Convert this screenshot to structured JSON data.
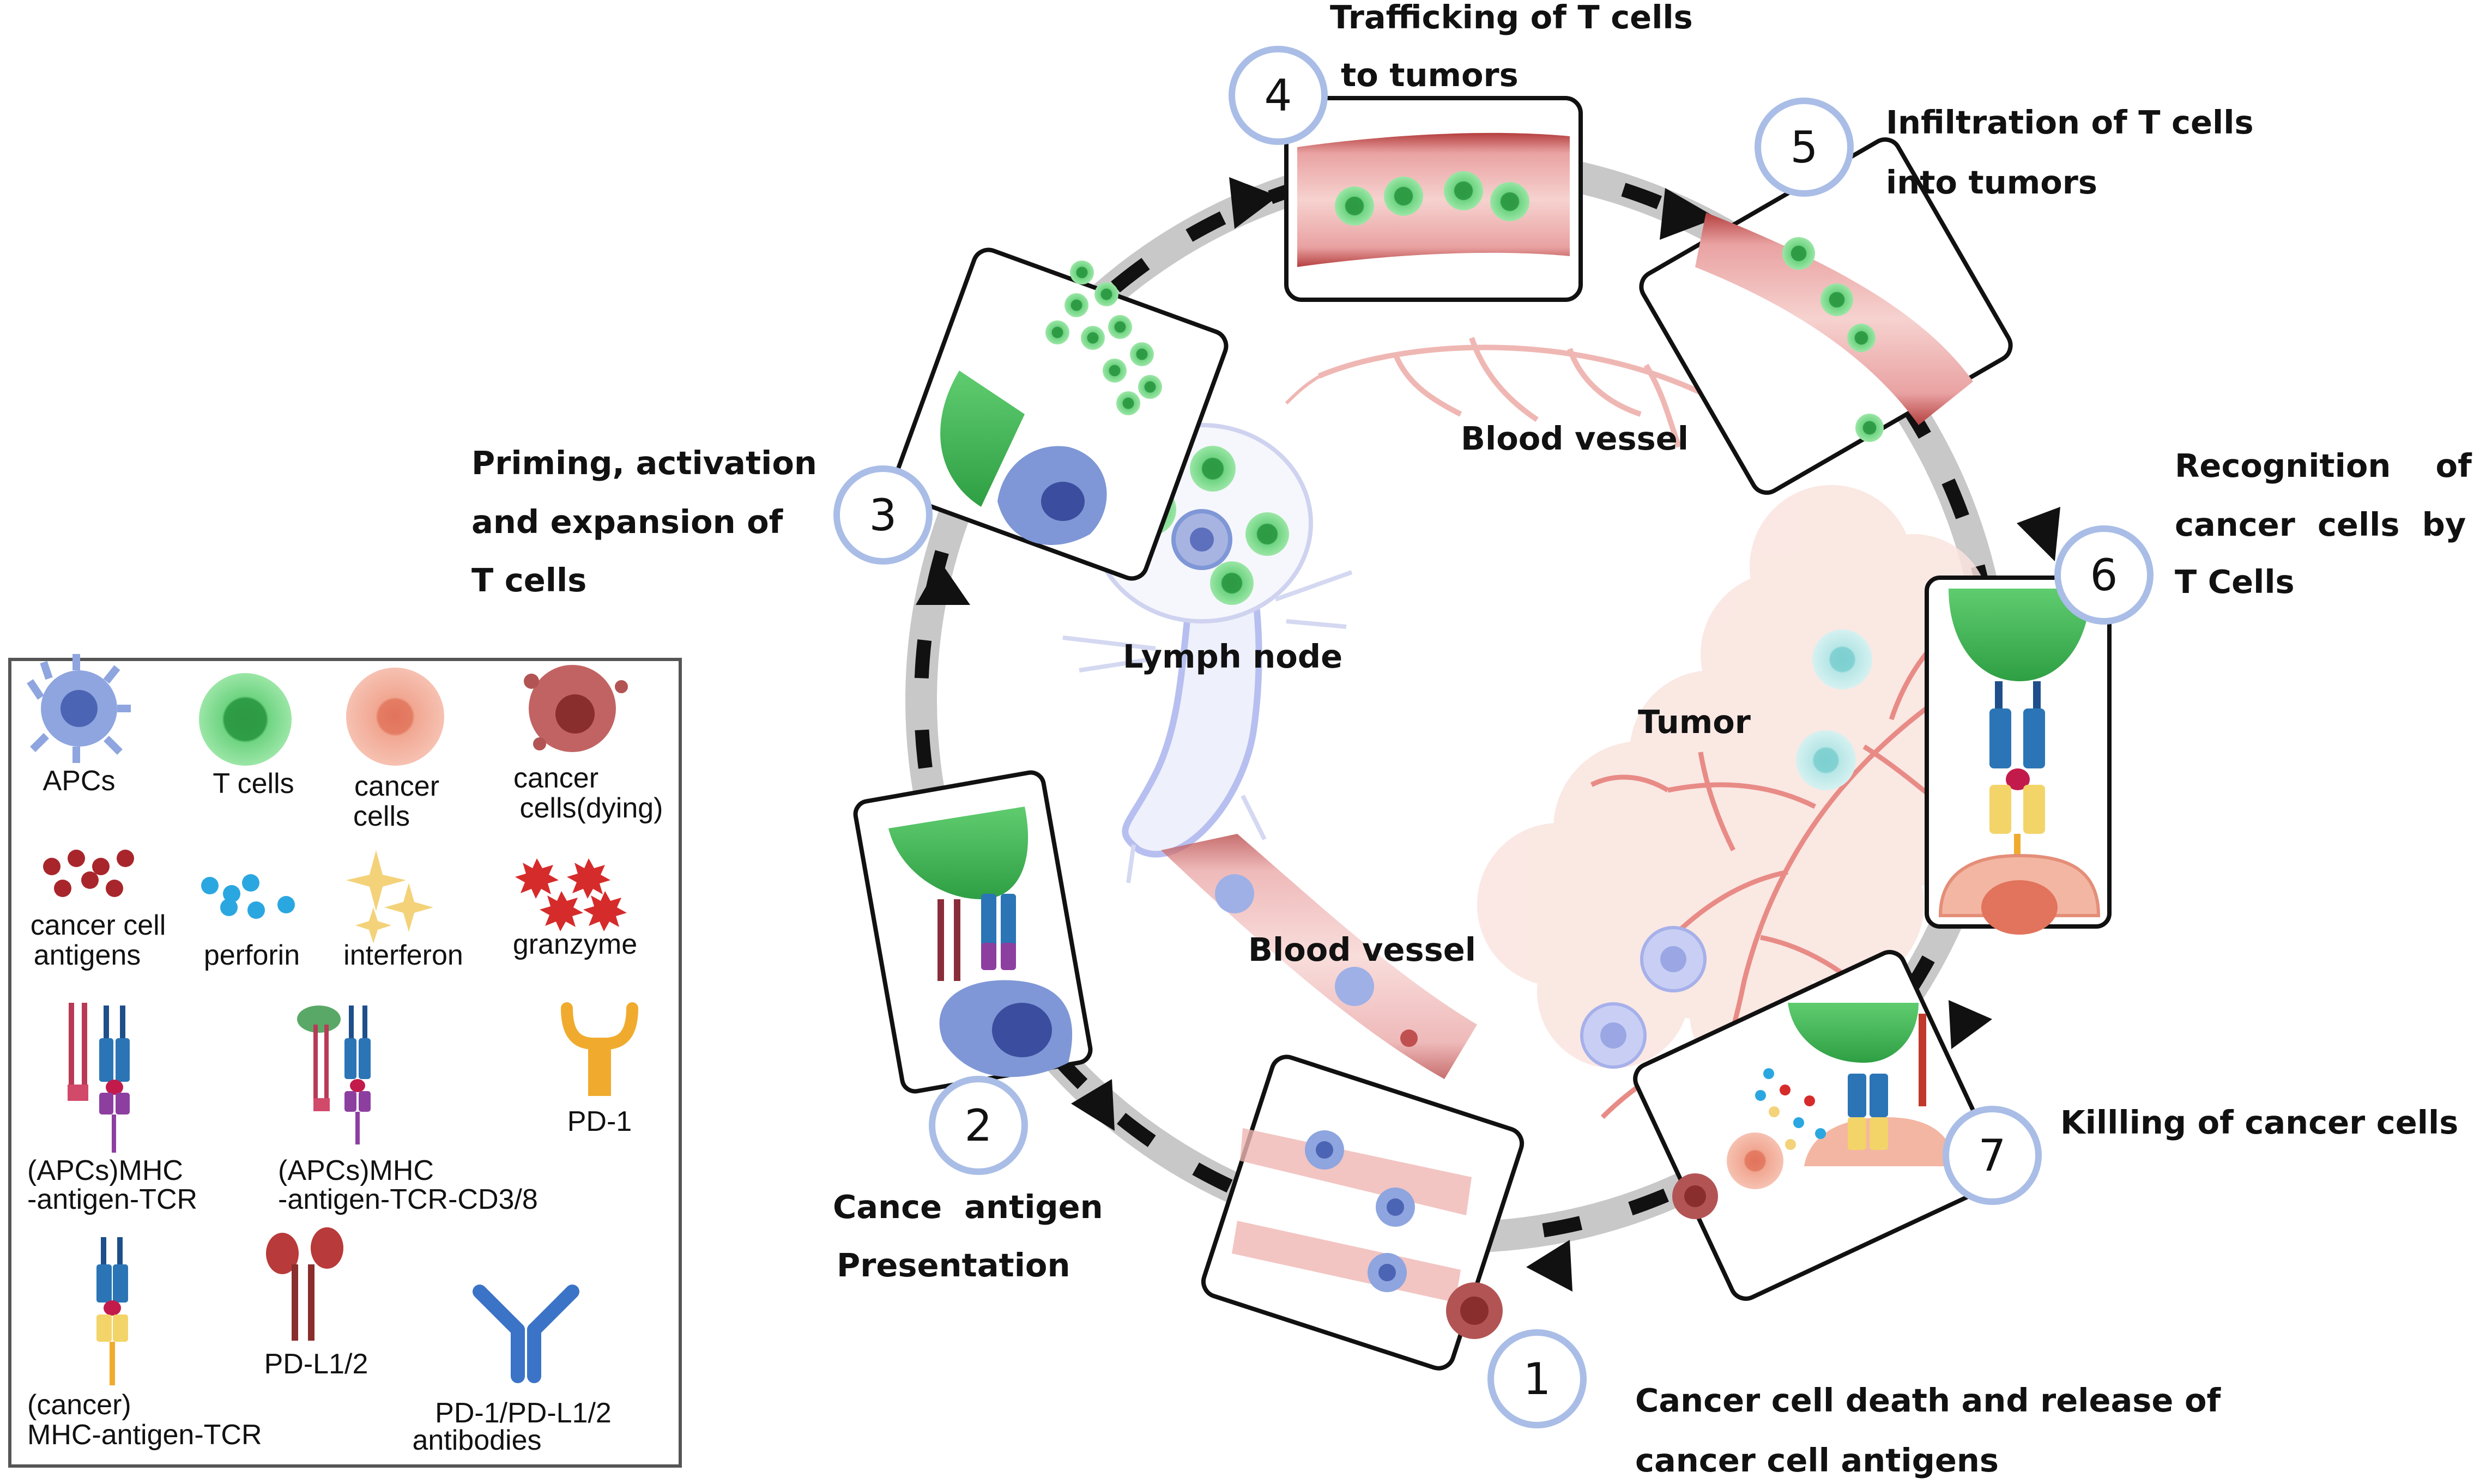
{
  "steps": [
    {
      "number": "1",
      "lines": [
        "Cancer cell death and release of",
        "cancer cell antigens"
      ]
    },
    {
      "number": "2",
      "lines": [
        "Cance  antigen",
        "Presentation"
      ]
    },
    {
      "number": "3",
      "lines": [
        "Priming, activation",
        "and expansion of",
        "T cells"
      ]
    },
    {
      "number": "4",
      "lines": [
        "Trafficking of T cells",
        "to tumors"
      ]
    },
    {
      "number": "5",
      "lines": [
        "Infiltration of T cells",
        "into tumors"
      ]
    },
    {
      "number": "6",
      "lines": [
        "Recognition    of",
        "cancer  cells  by",
        "T Cells"
      ]
    },
    {
      "number": "7",
      "lines": [
        "Killling of cancer cells"
      ]
    }
  ],
  "center_labels": {
    "blood_vessel_top": "Blood vessel",
    "lymph_node": "Lymph node",
    "tumor": "Tumor",
    "blood_vessel_bottom": "Blood vessel"
  },
  "legend": {
    "apcs": "APCs",
    "t_cells": "T cells",
    "cancer_cells": [
      "cancer",
      "cells"
    ],
    "cancer_cells_dying": [
      "cancer",
      "cells(dying)"
    ],
    "cancer_cell_antigens": [
      "cancer cell",
      "antigens"
    ],
    "perforin": "perforin",
    "interferon": "interferon",
    "granzyme": "granzyme",
    "apc_mhc_tcr": [
      "(APCs)MHC",
      "-antigen-TCR"
    ],
    "apc_mhc_tcr_cd": [
      "(APCs)MHC",
      "-antigen-TCR-CD3/8"
    ],
    "pd1": "PD-1",
    "cancer_mhc_tcr": [
      "(cancer)",
      "MHC-antigen-TCR"
    ],
    "pdl": "PD-L1/2",
    "antibodies": [
      "PD-1/PD-L1/2",
      "antibodies"
    ]
  },
  "colors": {
    "cycle_gray": "#c8c8c8",
    "arrow_black": "#111111",
    "badge_fill": "#ffffff",
    "badge_stroke": "#a9bde6",
    "t_cell_green": "#57c26b",
    "apc_blue": "#7f97d6",
    "cancer_pink": "#f0a48e",
    "vessel_red": "#cc5a5a",
    "granzyme_red": "#d62b2b",
    "perforin_blue": "#2aa7e0",
    "interferon_yellow": "#f3d27a",
    "pd1_orange": "#f0ab2e",
    "antibody_blue": "#3b74c7"
  }
}
